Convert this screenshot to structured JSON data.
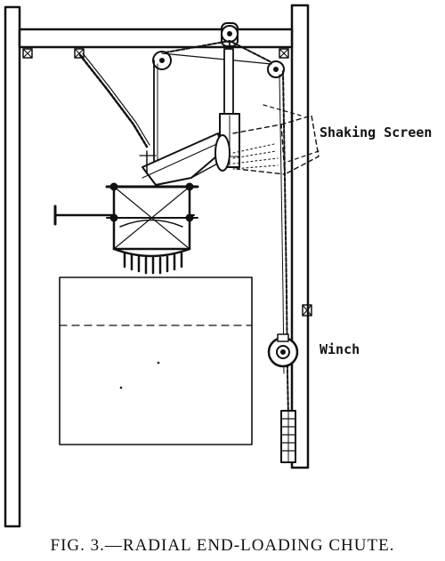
{
  "labels": {
    "shaking_screen": "Shaking Screen",
    "winch": "Winch"
  },
  "caption": "FIG. 3.—RADIAL END-LOADING CHUTE."
}
